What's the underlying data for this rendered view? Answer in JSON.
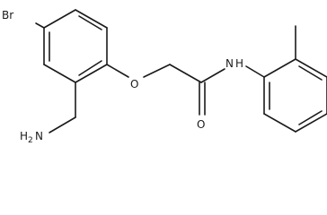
{
  "molecule": {
    "atoms": {
      "br": "Br",
      "o": "O",
      "o_carbonyl": "O",
      "nh": "N",
      "nh_h": "H",
      "nh2": "H",
      "nh2_n": "N",
      "nh2_sub": "2"
    },
    "colors": {
      "bond": "#1a1a1a",
      "label": "#1a1a1a",
      "background": "#ffffff"
    }
  }
}
